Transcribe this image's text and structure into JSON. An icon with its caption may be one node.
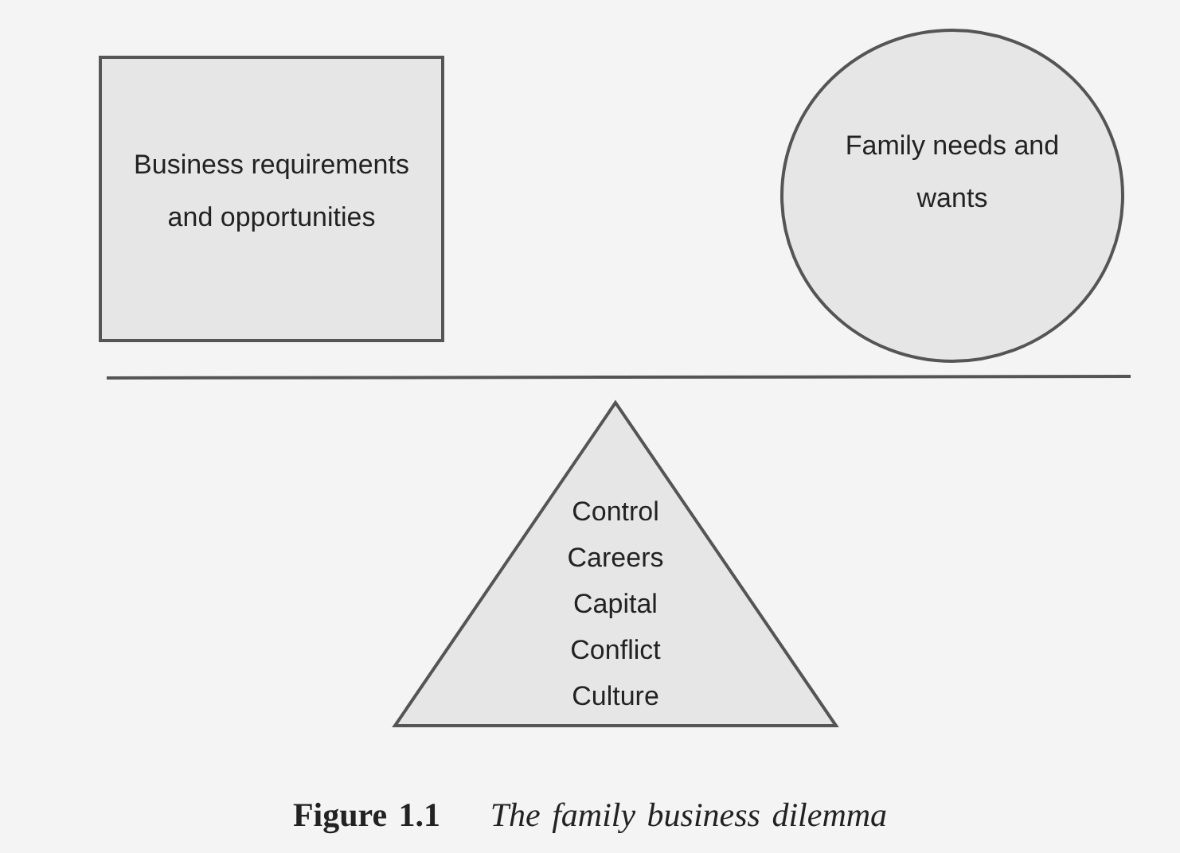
{
  "diagram": {
    "caption": "**Figure 1.1** *The family business dilemma*",
    "nodes": [
      {
        "text": [
          "Business requirements and opportunities"
        ]
      },
      {
        "text": [
          "Family needs and wants"
        ]
      },
      {
        "text": [
          "Control",
          "Careers",
          "Capital",
          "Conflict",
          "Culture"
        ]
      }
    ]
  }
}
